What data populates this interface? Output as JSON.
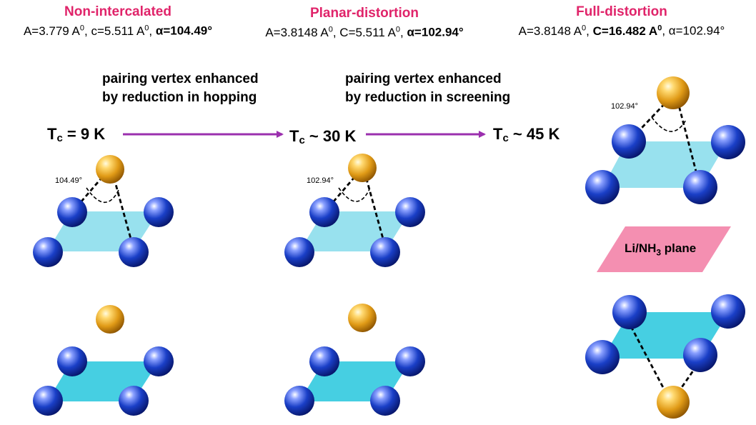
{
  "colors": {
    "title": "#e0246a",
    "arrow": "#9b2fae",
    "plane": "#46cfe2",
    "plane_light": "#98e1ee",
    "li_plane": "#f48fb1",
    "blue_atom": "#1a3fc7",
    "gold_atom": "#e09a16"
  },
  "headers": [
    {
      "title": "Non-intercalated",
      "params": [
        {
          "label": "A=3.779 A",
          "sup": "0",
          "tail": ", ",
          "bold": false
        },
        {
          "label": "c=5.511 A",
          "sup": "0",
          "tail": ", ",
          "bold": false
        },
        {
          "label": "α=104.49°",
          "sup": "",
          "tail": "",
          "bold": true
        }
      ]
    },
    {
      "title": "Planar-distortion",
      "params": [
        {
          "label": "A=3.8148 A",
          "sup": "0",
          "tail": ", ",
          "bold": false
        },
        {
          "label": "C=5.511 A",
          "sup": "0",
          "tail": ", ",
          "bold": false
        },
        {
          "label": "α=102.94°",
          "sup": "",
          "tail": "",
          "bold": true
        }
      ]
    },
    {
      "title": "Full-distortion",
      "params": [
        {
          "label": "A=3.8148 A",
          "sup": "0",
          "tail": ", ",
          "bold": false
        },
        {
          "label": "C=16.482 A",
          "sup": "0",
          "tail": ", ",
          "bold": true
        },
        {
          "label": "α=102.94°",
          "sup": "",
          "tail": "",
          "bold": false
        }
      ]
    }
  ],
  "descriptions": [
    {
      "line1": "pairing vertex enhanced",
      "line2": "by reduction in hopping"
    },
    {
      "line1": "pairing vertex enhanced",
      "line2": "by reduction in screening"
    }
  ],
  "tc": [
    {
      "prefix": "T",
      "sub": "c",
      "rest": " = 9 K"
    },
    {
      "prefix": "T",
      "sub": "c",
      "rest": " ~ 30 K"
    },
    {
      "prefix": "T",
      "sub": "c",
      "rest": " ~ 45 K"
    }
  ],
  "angles": [
    "104.49°",
    "102.94°",
    "102.94°"
  ],
  "li_plane": {
    "prefix": "Li/NH",
    "sub": "3",
    "rest": " plane"
  }
}
